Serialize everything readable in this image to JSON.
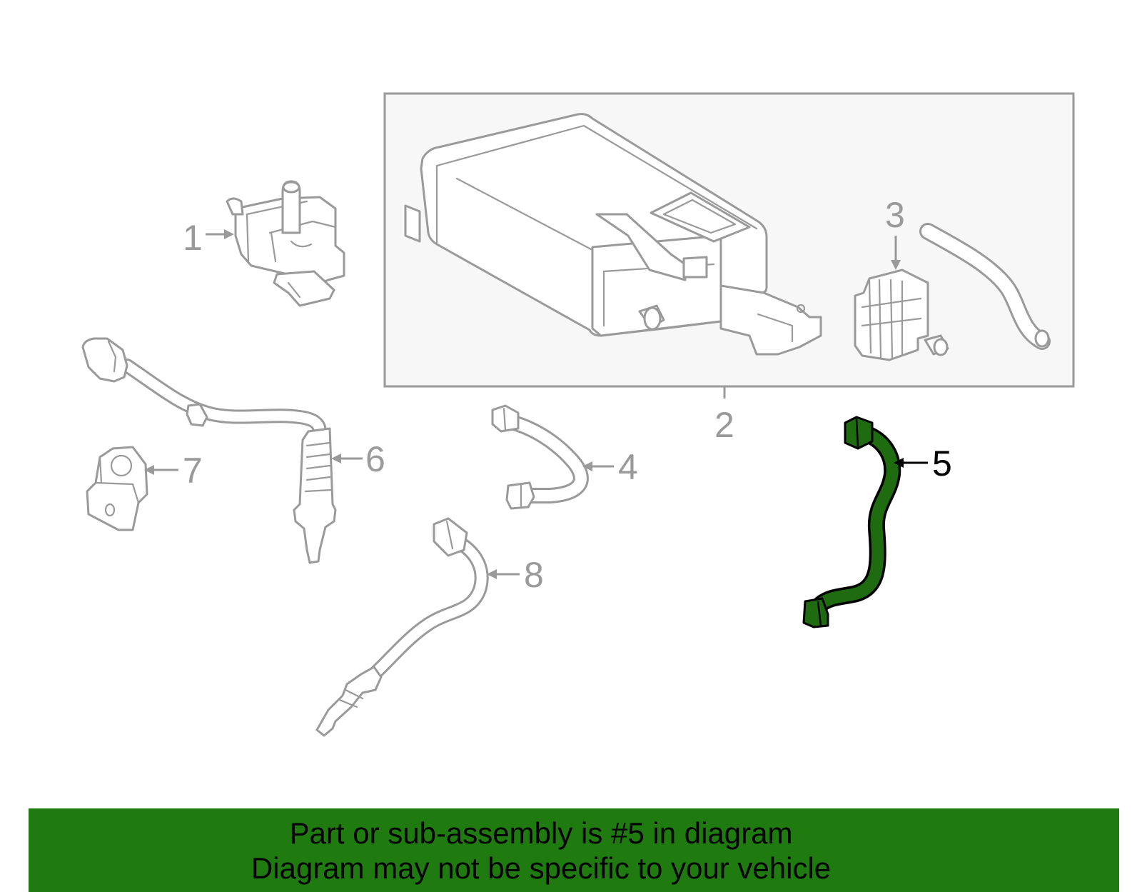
{
  "callouts": {
    "c1": "1",
    "c2": "2",
    "c3": "3",
    "c4": "4",
    "c5": "5",
    "c6": "6",
    "c7": "7",
    "c8": "8"
  },
  "highlighted_part": "5",
  "banner": {
    "line1": "Part or sub-assembly is #5 in diagram",
    "line2": "Diagram may not be specific to your vehicle"
  },
  "colors": {
    "highlight_green": "#1f6b0f",
    "banner_green": "#1f7a10",
    "part_gray": "#9a9a9a",
    "box_fill": "#f7f7f7"
  }
}
